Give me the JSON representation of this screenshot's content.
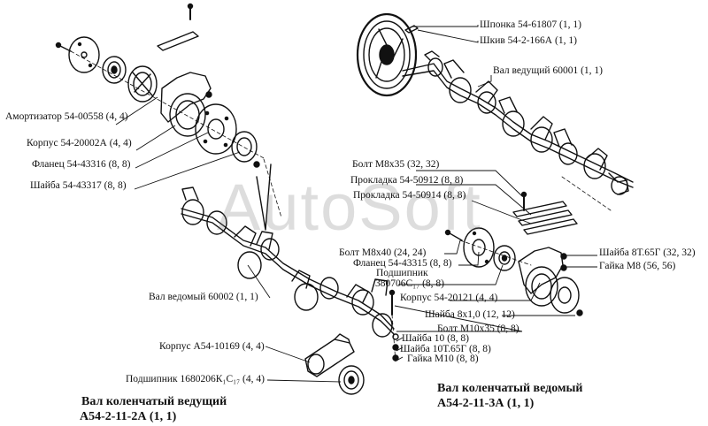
{
  "watermark": "AutoSoft",
  "labels": {
    "shponka": "Шпонка 54-61807 (1, 1)",
    "shkiv": "Шкив 54-2-166А (1, 1)",
    "val_vedushchiy": "Вал ведущий 60001 (1, 1)",
    "amortizator": "Амортизатор 54-00558 (4, 4)",
    "korpus_20002": "Корпус 54-20002А (4, 4)",
    "flanets_43316": "Фланец 54-43316 (8, 8)",
    "shayba_43317": "Шайба 54-43317 (8, 8)",
    "bolt_m8x35": "Болт М8х35 (32, 32)",
    "prokladka_50912": "Прокладка 54-50912 (8, 8)",
    "prokladka_50914": "Прокладка 54-50914 (8, 8)",
    "bolt_m8x40": "Болт М8х40 (24, 24)",
    "flanets_43315": "Фланец 54-43315 (8, 8)",
    "podshipnik_a": "Подшипник",
    "podshipnik_b": "380706С₁₇ (8, 8)",
    "korpus_20121": "Корпус 54-20121 (4, 4)",
    "shayba_8t65g": "Шайба 8Т.65Г (32, 32)",
    "gayka_m8": "Гайка М8 (56, 56)",
    "val_vedomyy": "Вал ведомый 60002 (1, 1)",
    "shayba_8x10": "Шайба 8х1,0 (12, 12)",
    "bolt_m10x35": "Болт М10х35 (8, 8)",
    "shayba_10": "Шайба 10 (8, 8)",
    "shayba_10t65g": "Шайба 10Т.65Г (8, 8)",
    "gayka_m10": "Гайка М10 (8, 8)",
    "korpus_10169": "Корпус А54-10169 (4, 4)",
    "podshipnik_1680206": "Подшипник 1680206К₁С₁₇ (4, 4)"
  },
  "captions": {
    "left_line1": "Вал коленчатый ведущий",
    "left_line2": "А54-2-11-2А (1, 1)",
    "right_line1": "Вал коленчатый ведомый",
    "right_line2": "А54-2-11-3А (1, 1)"
  }
}
